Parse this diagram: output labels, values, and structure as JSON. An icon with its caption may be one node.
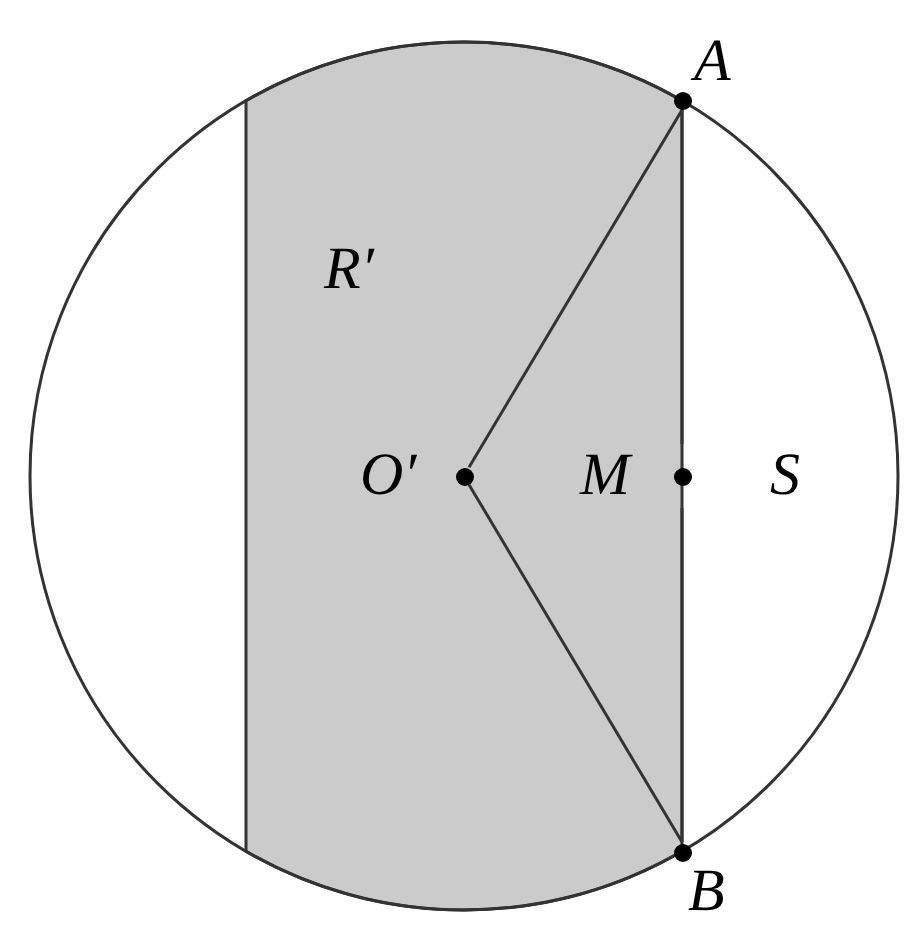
{
  "diagram": {
    "nodes": [
      {
        "text": [
          "A"
        ]
      },
      {
        "text": [
          "O′"
        ]
      },
      {
        "text": [
          "M"
        ]
      },
      {
        "text": [
          "B"
        ]
      }
    ],
    "edges": [
      {
        "from": 1,
        "to": 0,
        "arrow": "none"
      },
      {
        "from": 1,
        "to": 3,
        "arrow": "none"
      },
      {
        "from": 0,
        "to": 2,
        "arrow": "none"
      },
      {
        "from": 2,
        "to": 3,
        "arrow": "none"
      }
    ],
    "labels": [
      "R′",
      "S"
    ]
  }
}
